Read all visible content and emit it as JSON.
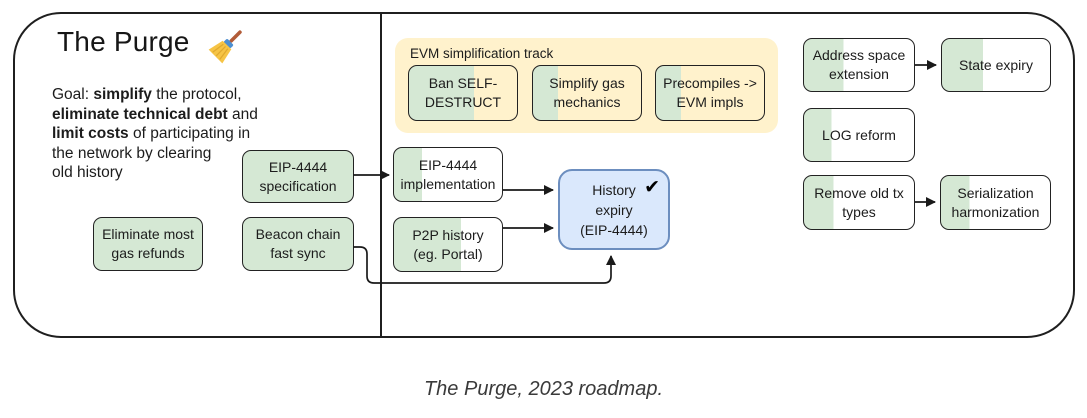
{
  "title": "The Purge",
  "caption": "The Purge, 2023 roadmap.",
  "goal": {
    "l1a": "Goal: ",
    "l1b": "simplify",
    "l1c": " the protocol,",
    "l2a": "eliminate technical debt",
    "l2b": " and",
    "l3a": "limit costs",
    "l3b": " of participating in",
    "l4": "the network by clearing",
    "l5": "old history"
  },
  "evm_track": {
    "label": "EVM simplification track"
  },
  "nodes": {
    "eliminate_refunds": {
      "label": "Eliminate most\ngas refunds",
      "green_pct": 100,
      "base_color": "#d5e8d4"
    },
    "eip4444_spec": {
      "label": "EIP-4444\nspecification",
      "green_pct": 100,
      "base_color": "#d5e8d4"
    },
    "beacon_sync": {
      "label": "Beacon chain\nfast sync",
      "green_pct": 100,
      "base_color": "#d5e8d4"
    },
    "eip4444_impl": {
      "label": "EIP-4444\nimplementation",
      "green_pct": 26,
      "base_color": "#ffffff"
    },
    "p2p_history": {
      "label": "P2P history\n(eg. Portal)",
      "green_pct": 62,
      "base_color": "#ffffff"
    },
    "history_expiry": {
      "label": "History\nexpiry\n(EIP-4444)",
      "check": "✔",
      "green_pct": 0,
      "base_color": "#dae8fc"
    },
    "ban_selfdestruct": {
      "label": "Ban SELF-\nDESTRUCT",
      "green_pct": 60,
      "base_color": "#fff2cc"
    },
    "simplify_gas": {
      "label": "Simplify gas\nmechanics",
      "green_pct": 23,
      "base_color": "#fff2cc"
    },
    "precompiles": {
      "label": "Precompiles ->\nEVM impls",
      "green_pct": 23,
      "base_color": "#fff2cc"
    },
    "address_space": {
      "label": "Address space\nextension",
      "green_pct": 36,
      "base_color": "#ffffff"
    },
    "state_expiry": {
      "label": "State expiry",
      "green_pct": 38,
      "base_color": "#ffffff"
    },
    "log_reform": {
      "label": "LOG reform",
      "green_pct": 25,
      "base_color": "#ffffff"
    },
    "remove_tx": {
      "label": "Remove old tx\ntypes",
      "green_pct": 27,
      "base_color": "#ffffff"
    },
    "serialization": {
      "label": "Serialization\nharmonization",
      "green_pct": 26,
      "base_color": "#ffffff"
    }
  },
  "colors": {
    "progress_green": "#d5e8d4",
    "panel_yellow": "#fff2cc",
    "done_blue_fill": "#dae8fc",
    "done_blue_border": "#6c8ebf",
    "line_dark": "#1a1a1a"
  }
}
